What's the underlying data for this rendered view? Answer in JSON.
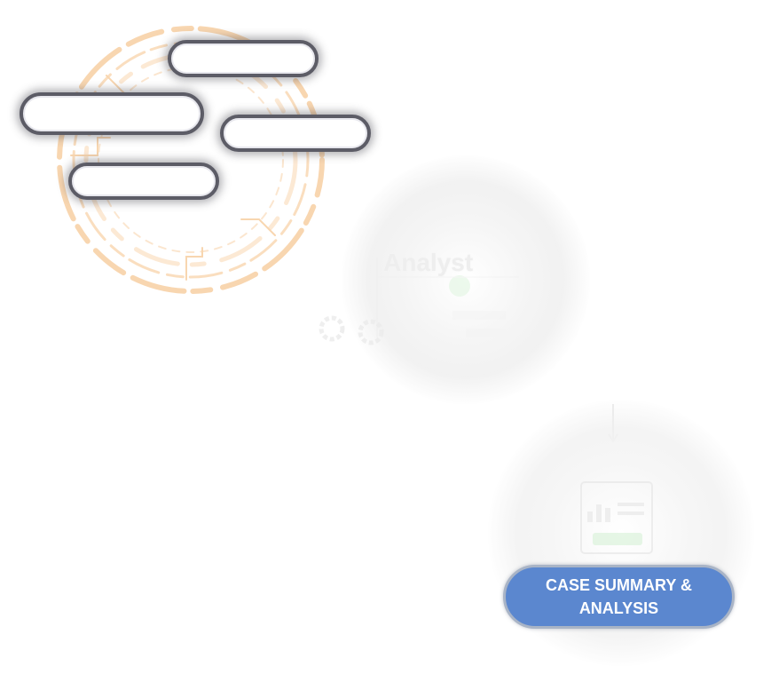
{
  "analyst": {
    "label": "Analyst"
  },
  "case_button": {
    "label": "CASE SUMMARY & ANALYSIS"
  },
  "empty_boxes_count": 4,
  "colors": {
    "accent_orange": "#f6c58f",
    "button_blue": "#5b87cf",
    "box_border": "#5c5c66",
    "faint_green": "#d9f2d9"
  },
  "icons": [
    "circuit-ring-icon",
    "analyst-figure-icon",
    "gears-icon",
    "down-arrow-icon",
    "report-icon"
  ]
}
